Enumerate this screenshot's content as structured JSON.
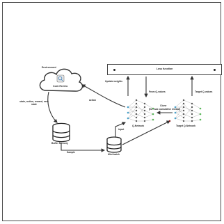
{
  "labels": {
    "environment": "Environment",
    "code_review": "Code Review",
    "action": "action",
    "state_tuple": "state, action, reward, next state",
    "buffer_memory": "Buffer Memory",
    "sample": "Sample",
    "mini_batch": "Mini batch",
    "input": "input",
    "loss_function": "Loss function",
    "update_weights": "Update weights",
    "from_q_values": "From Q-values",
    "target_q_values": "Target Q-values",
    "clone": "Clone",
    "clone_note": "(for max cumulative reward)",
    "q_network": "Q-Network",
    "target_q_network": "Target Q-Network"
  }
}
